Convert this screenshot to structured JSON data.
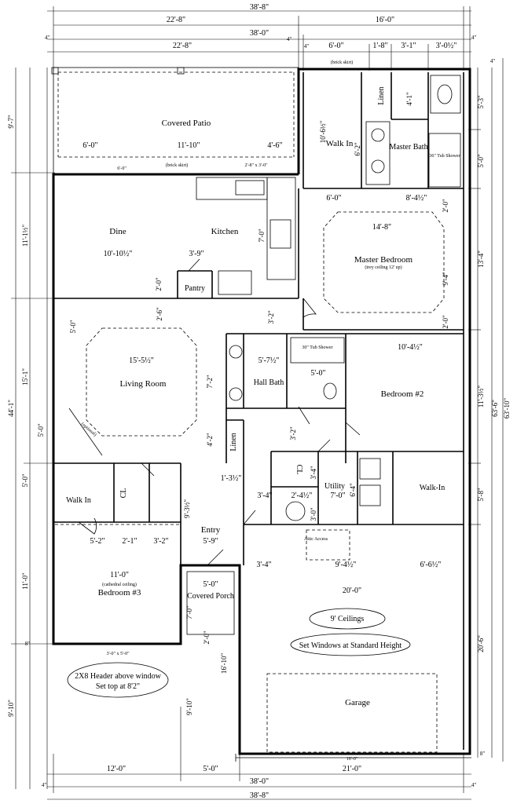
{
  "dimensions_top": {
    "overall": "38'-8\"",
    "left_22_8_a": "22'-8\"",
    "right_16_0": "16'-0\"",
    "overall_38_0": "38'-0\"",
    "side_4_l": "4\"",
    "side_4_m": "4\"",
    "side_4_r": "4\"",
    "left_22_8_b": "22'-8\"",
    "seg_6_0": "6'-0\"",
    "seg_1_8": "1'-8\"",
    "seg_3_1": "3'-1\"",
    "seg_3_0_5": "3'-0½\"",
    "seg_4": "4\""
  },
  "dimensions_bottom": {
    "overall": "38'-8\"",
    "overall_38_0": "38'-0\"",
    "seg_12_0": "12'-0\"",
    "seg_5_0": "5'-0\"",
    "seg_21_0": "21'-0\"",
    "side_4_l": "4\"",
    "side_4_r": "4\"",
    "garage_16_0": "16'-0\""
  },
  "dimensions_left": {
    "d_9_7": "9'-7\"",
    "d_11_1_5": "11'-1½\"",
    "d_44_1": "44'-1\"",
    "d_5_0_a": "5'-0\"",
    "d_15_1": "15'-1\"",
    "d_5_0_b": "5'-0\"",
    "d_5_0_c": "5'-0\"",
    "d_11_0": "11'-0\"",
    "d_8": "8\"",
    "d_9_10": "9'-10\""
  },
  "dimensions_right": {
    "d_4_top": "4\"",
    "d_5_3": "5'-3\"",
    "d_5_0": "5'-0\"",
    "d_13_4": "13'-4\"",
    "d_11_3_5": "11'-3½\"",
    "d_5_8": "5'-8\"",
    "d_63_6": "63'-6\"",
    "d_63_10": "63'-10\"",
    "d_20_6": "20'-6\"",
    "d_8": "8\""
  },
  "rooms": {
    "covered_patio": "Covered Patio",
    "dine": "Dine",
    "kitchen": "Kitchen",
    "pantry": "Pantry",
    "walk_in_master": "Walk In",
    "master_bath": "Master Bath",
    "linen_master": "Linen",
    "master_bedroom": "Master Bedroom",
    "master_bedroom_note": "(trey ceiling 12' up)",
    "living_room": "Living Room",
    "hall_bath": "Hall Bath",
    "bedroom2": "Bedroom #2",
    "linen_hall": "Linen",
    "utility": "Utility",
    "walk_in_b2": "Walk-In",
    "closet_utility": "CL",
    "closet_b3": "CL",
    "walk_in_b3": "Walk In",
    "entry": "Entry",
    "bedroom3": "Bedroom #3",
    "bedroom3_note": "(cathedral ceiling)",
    "covered_porch": "Covered Porch",
    "garage": "Garage",
    "attic_access": "Attic Access",
    "tub_shower_master": "36\" Tub Shower",
    "tub_shower_hall": "30\" Tub Shower"
  },
  "interior_dims": {
    "patio_6_0": "6'-0\"",
    "patio_11_10": "11'-10\"",
    "patio_4_6": "4'-6\"",
    "patio_6_0_small": "6'-0\"",
    "patio_2_8": "2'-8\" x 3'-0\"",
    "brick_skirt_top": "(brick skirt)",
    "brick_skirt_patio": "(brick skirt)",
    "walkin_10_6": "10'-6½\"",
    "walkin_6_2": "6'-2\"",
    "bath_4_1": "4'-1\"",
    "master_6_0": "6'-0\"",
    "master_8_4": "8'-4½\"",
    "master_14_8": "14'-8\"",
    "master_9_4": "9'-4\"",
    "master_2_0a": "2'-0\"",
    "master_2_0b": "2'-0\"",
    "dine_10_10": "10'-10½\"",
    "kitchen_3_9": "3'-9\"",
    "kitchen_7_0": "7'-0\"",
    "pantry_2_0": "2'-0\"",
    "living_2_6": "2'-6\"",
    "living_15_5": "15'-5½\"",
    "living_5_0": "5'-0\"",
    "living_7_2": "7'-2\"",
    "living_4_2": "4'-2\"",
    "living_3_2": "3'-2\"",
    "hall_5_7": "5'-7½\"",
    "hall_5_0": "5'-0\"",
    "b2_10_4": "10'-4½\"",
    "util_3_2": "3'-2\"",
    "util_3_4": "3'-4\"",
    "util_7_0": "7'-0\"",
    "util_6_4": "6'-4\"",
    "util_2_4": "2'-4½\"",
    "util_3_0": "3'-0\"",
    "util_3_4b": "3'-4\"",
    "entry_1_3": "1'-3½\"",
    "entry_9_3": "9'-3½\"",
    "entry_5_9": "5'-9\"",
    "b3_5_2": "5'-2\"",
    "b3_2_1": "2'-1\"",
    "b3_3_2": "3'-2\"",
    "b3_11_0": "11'-0\"",
    "porch_5_0": "5'-0\"",
    "porch_7_0": "7'-0\"",
    "porch_2_0": "2'-0\"",
    "porch_16_10": "16'-10\"",
    "porch_9_10": "9'-10\"",
    "garage_3_4": "3'-4\"",
    "garage_9_4": "9'-4½\"",
    "garage_6_6": "6'-6½\"",
    "garage_20_0": "20'-0\"",
    "window_b3": "3'-0\" x 5'-0\"",
    "optional": "(optional)"
  },
  "notes": {
    "ceilings": "9' Ceilings",
    "windows": "Set Windows at Standard Height",
    "header_line1": "2X8 Header above window",
    "header_line2": "Set top at 8'2\""
  }
}
